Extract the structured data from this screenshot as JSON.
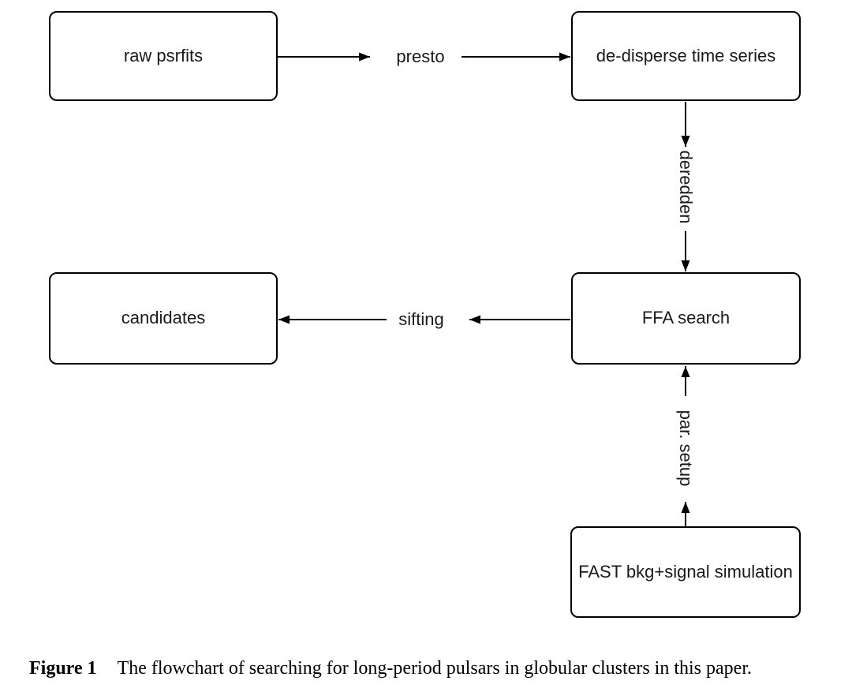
{
  "diagram": {
    "nodes": [
      {
        "id": "raw-psrfits",
        "label": "raw psrfits"
      },
      {
        "id": "de-disperse-time-series",
        "label": "de-disperse time series"
      },
      {
        "id": "candidates",
        "label": "candidates"
      },
      {
        "id": "ffa-search",
        "label": "FFA search"
      },
      {
        "id": "fast-simulation",
        "label": "FAST bkg+signal simulation"
      }
    ],
    "edge_labels": {
      "presto": "presto",
      "deredden": "deredden",
      "sifting": "sifting",
      "par_setup": "par. setup"
    },
    "flows": [
      "raw psrfits -> (presto) -> de-disperse time series",
      "de-disperse time series -> (deredden) -> FFA search",
      "FFA search -> (sifting) -> candidates",
      "FAST bkg+signal simulation -> (par. setup) -> FFA search"
    ],
    "colors": {
      "stroke": "#000000",
      "background": "#ffffff",
      "text": "#1a1a1a"
    }
  },
  "caption": {
    "tag": "Figure 1",
    "text": "The flowchart of searching for long-period pulsars in globular clusters in this paper."
  }
}
